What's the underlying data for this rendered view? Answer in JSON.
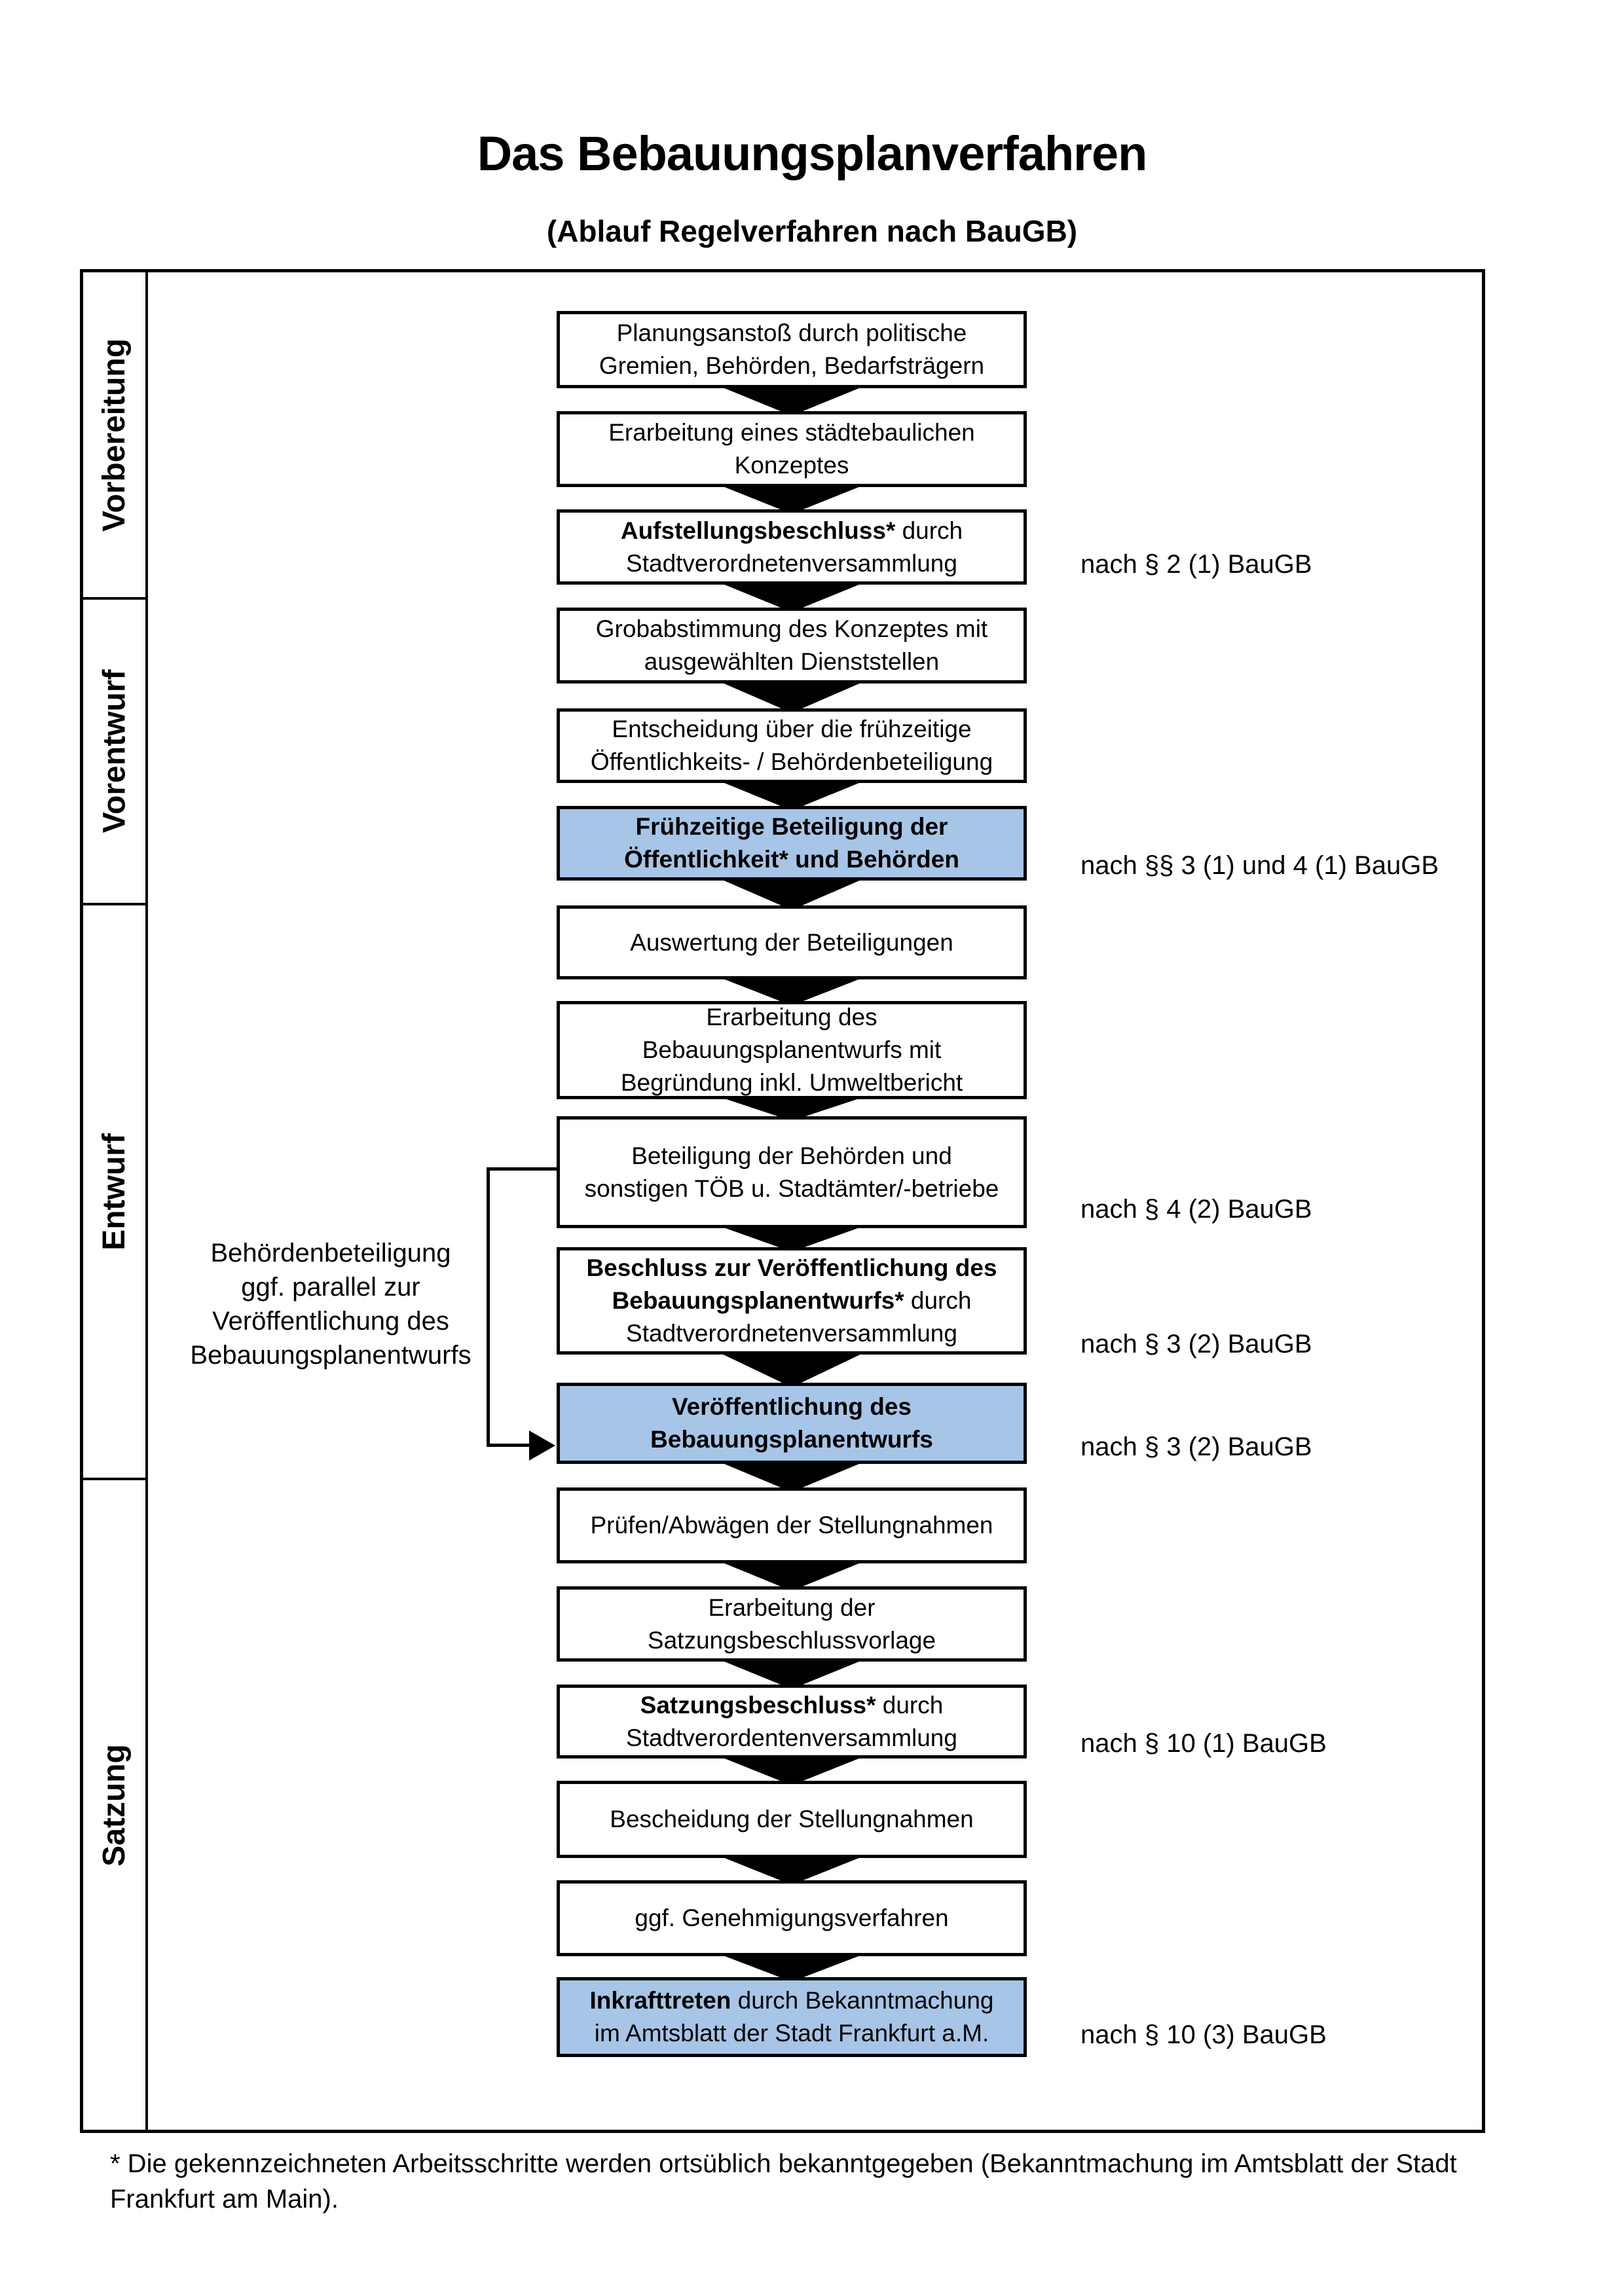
{
  "header": {
    "title": "Das Bebauungsplanverfahren",
    "subtitle": "(Ablauf Regelverfahren nach BauGB)"
  },
  "colors": {
    "highlight_box": "#a7c5e7",
    "box_border": "#000000",
    "band_vorbereitung": "#f0efed",
    "band_vorentwurf": "#dedddb",
    "band_entwurf": "#d0cfcd",
    "band_satzung": "#b7b6b4"
  },
  "phases": [
    {
      "label": "Vorbereitung",
      "color": "#f0efed"
    },
    {
      "label": "Vorentwurf",
      "color": "#dedddb"
    },
    {
      "label": "Entwurf",
      "color": "#d0cfcd"
    },
    {
      "label": "Satzung",
      "color": "#b7b6b4"
    }
  ],
  "steps": [
    {
      "name": "planungsanstoss",
      "highlight": false,
      "lines": [
        [
          {
            "t": "Planungsanstoß durch politische"
          }
        ],
        [
          {
            "t": "Gremien, Behörden, Bedarfsträgern"
          }
        ]
      ]
    },
    {
      "name": "staedtebauliches-konzept",
      "highlight": false,
      "lines": [
        [
          {
            "t": "Erarbeitung eines städtebaulichen"
          }
        ],
        [
          {
            "t": "Konzeptes"
          }
        ]
      ]
    },
    {
      "name": "aufstellungsbeschluss",
      "highlight": false,
      "lines": [
        [
          {
            "t": "Aufstellungsbeschluss*",
            "b": true
          },
          {
            "t": " durch"
          }
        ],
        [
          {
            "t": "Stadtverordnetenversammlung"
          }
        ]
      ]
    },
    {
      "name": "grobabstimmung",
      "highlight": false,
      "lines": [
        [
          {
            "t": "Grobabstimmung des Konzeptes mit"
          }
        ],
        [
          {
            "t": "ausgewählten Dienststellen"
          }
        ]
      ]
    },
    {
      "name": "entscheidung-fruehzeitige-beteiligung",
      "highlight": false,
      "lines": [
        [
          {
            "t": "Entscheidung über die frühzeitige"
          }
        ],
        [
          {
            "t": "Öffentlichkeits- / Behördenbeteiligung"
          }
        ]
      ]
    },
    {
      "name": "fruehzeitige-beteiligung",
      "highlight": true,
      "lines": [
        [
          {
            "t": "Frühzeitige Beteiligung der",
            "b": true
          }
        ],
        [
          {
            "t": "Öffentlichkeit* und Behörden",
            "b": true
          }
        ]
      ]
    },
    {
      "name": "auswertung-beteiligungen",
      "highlight": false,
      "lines": [
        [
          {
            "t": "Auswertung der Beteiligungen"
          }
        ]
      ]
    },
    {
      "name": "erarbeitung-bebauungsplanentwurf",
      "highlight": false,
      "lines": [
        [
          {
            "t": "Erarbeitung des"
          }
        ],
        [
          {
            "t": "Bebauungsplanentwurfs mit"
          }
        ],
        [
          {
            "t": "Begründung inkl. Umweltbericht"
          }
        ]
      ]
    },
    {
      "name": "beteiligung-behoerden-toeb",
      "highlight": false,
      "lines": [
        [
          {
            "t": "Beteiligung der Behörden und"
          }
        ],
        [
          {
            "t": "sonstigen TÖB u. Stadtämter/-betriebe"
          }
        ]
      ]
    },
    {
      "name": "beschluss-veroeffentlichung",
      "highlight": false,
      "lines": [
        [
          {
            "t": "Beschluss zur Veröffentlichung des",
            "b": true
          }
        ],
        [
          {
            "t": "Bebauungsplanentwurfs*",
            "b": true
          },
          {
            "t": " durch"
          }
        ],
        [
          {
            "t": "Stadtverordnetenversammlung"
          }
        ]
      ]
    },
    {
      "name": "veroeffentlichung-entwurf",
      "highlight": true,
      "lines": [
        [
          {
            "t": "Veröffentlichung des",
            "b": true
          }
        ],
        [
          {
            "t": "Bebauungsplanentwurfs",
            "b": true
          }
        ]
      ]
    },
    {
      "name": "pruefen-abwaegen-stellungnahmen",
      "highlight": false,
      "lines": [
        [
          {
            "t": "Prüfen/Abwägen der Stellungnahmen"
          }
        ]
      ]
    },
    {
      "name": "erarbeitung-satzungsbeschlussvorlage",
      "highlight": false,
      "lines": [
        [
          {
            "t": "Erarbeitung der"
          }
        ],
        [
          {
            "t": "Satzungsbeschlussvorlage"
          }
        ]
      ]
    },
    {
      "name": "satzungsbeschluss",
      "highlight": false,
      "lines": [
        [
          {
            "t": "Satzungsbeschluss*",
            "b": true
          },
          {
            "t": " durch"
          }
        ],
        [
          {
            "t": "Stadtverordentenversammlung"
          }
        ]
      ]
    },
    {
      "name": "bescheidung-stellungnahmen",
      "highlight": false,
      "lines": [
        [
          {
            "t": "Bescheidung der Stellungnahmen"
          }
        ]
      ]
    },
    {
      "name": "genehmigungsverfahren",
      "highlight": false,
      "lines": [
        [
          {
            "t": "ggf. Genehmigungsverfahren"
          }
        ]
      ]
    },
    {
      "name": "inkrafttreten",
      "highlight": true,
      "lines": [
        [
          {
            "t": "Inkrafttreten",
            "b": true
          },
          {
            "t": " durch Bekanntmachung"
          }
        ],
        [
          {
            "t": "im Amtsblatt der Stadt Frankfurt a.M."
          }
        ]
      ]
    }
  ],
  "legal_refs": [
    {
      "text": "nach § 2 (1) BauGB"
    },
    {
      "text": "nach §§ 3 (1) und 4 (1) BauGB"
    },
    {
      "text": "nach § 4 (2) BauGB"
    },
    {
      "text": "nach § 3 (2) BauGB"
    },
    {
      "text": "nach § 3 (2) BauGB"
    },
    {
      "text": "nach § 10 (1) BauGB"
    },
    {
      "text": "nach § 10 (3) BauGB"
    }
  ],
  "annotation": {
    "lines": [
      "Behördenbeteiligung",
      "ggf. parallel zur",
      "Veröffentlichung des",
      "Bebauungsplanentwurfs"
    ]
  },
  "footnote": "* Die gekennzeichneten Arbeitsschritte werden ortsüblich bekanntgegeben (Bekanntmachung im Amtsblatt  der Stadt Frankfurt am Main)."
}
